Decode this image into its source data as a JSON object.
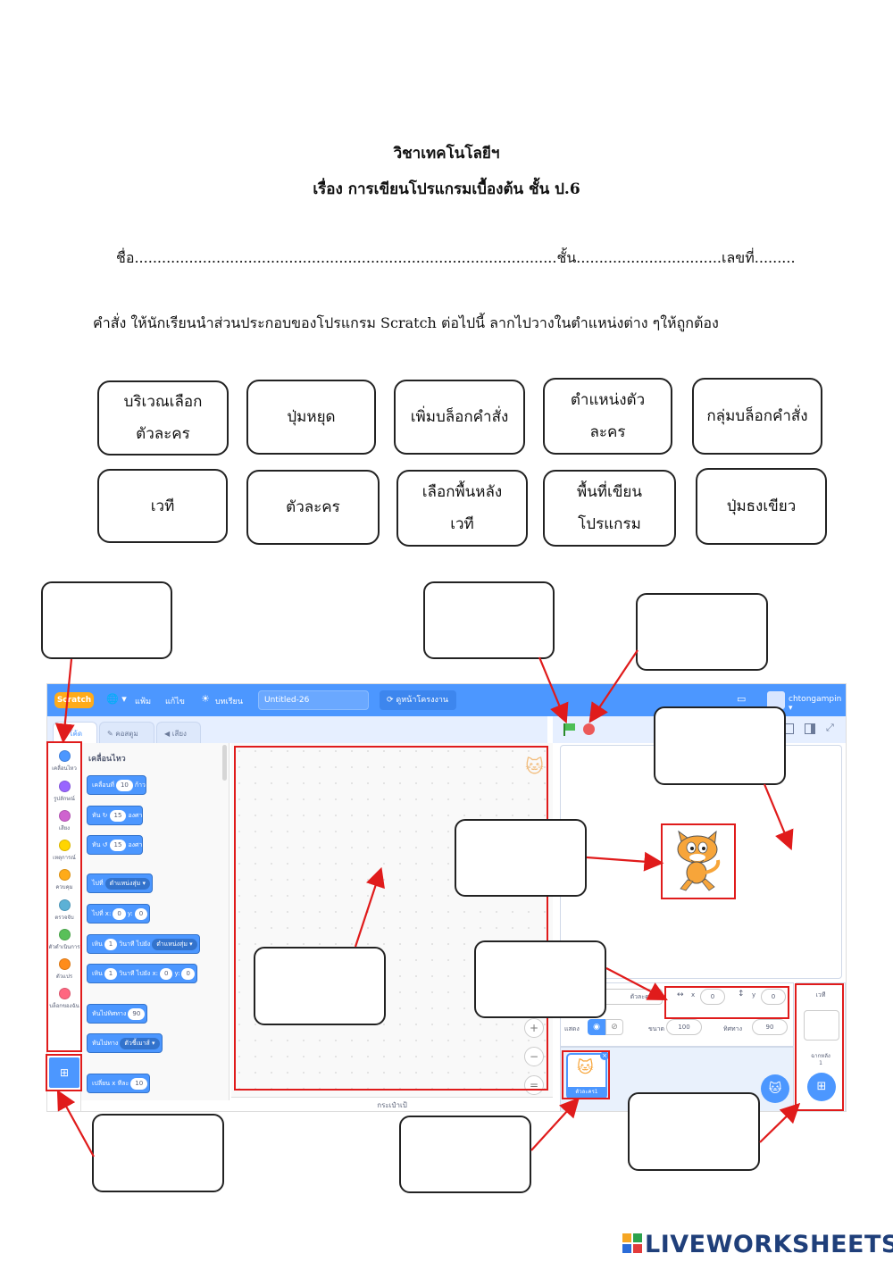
{
  "header": {
    "subject": "วิชาเทคโนโลยีฯ",
    "topic": "เรื่อง การเขียนโปรแกรมเบื้องต้น ชั้น ป.6",
    "student_line": "ชื่อ.............................................................................................ชั้น................................เลขที่............................"
  },
  "instruction": "คำสั่ง ให้นักเรียนนำส่วนประกอบของโปรแกรม Scratch ต่อไปนี้ ลากไปวางในตำแหน่งต่าง ๆให้ถูกต้อง",
  "word_bank": [
    {
      "line1": "บริเวณเลือก",
      "line2": "ตัวละคร"
    },
    {
      "line1": "ปุ่มหยุด",
      "line2": ""
    },
    {
      "line1": "เพิ่มบล็อกคำสั่ง",
      "line2": ""
    },
    {
      "line1": "ตำแหน่งตัว",
      "line2": "ละคร"
    },
    {
      "line1": "กลุ่มบล็อกคำสั่ง",
      "line2": ""
    },
    {
      "line1": "เวที",
      "line2": ""
    },
    {
      "line1": "ตัวละคร",
      "line2": ""
    },
    {
      "line1": "เลือกพื้นหลัง",
      "line2": "เวที"
    },
    {
      "line1": "พื้นที่เขียน",
      "line2": "โปรแกรม"
    },
    {
      "line1": "ปุ่มธงเขียว",
      "line2": ""
    }
  ],
  "scratch": {
    "menu": {
      "logo": "Scratch",
      "globe": "🌐 ▾",
      "file": "แฟ้ม",
      "edit": "แก้ไข",
      "tutorials": "บทเรียน",
      "project_title": "Untitled-26",
      "share": "ดูหน้าโครงงาน",
      "username": "chtongampin ▾"
    },
    "tabs": {
      "code": "โค้ด",
      "costumes": "คอสตูม",
      "sounds": "เสียง"
    },
    "categories": [
      {
        "label": "เคลื่อนไหว",
        "color": "#4c97ff"
      },
      {
        "label": "รูปลักษณ์",
        "color": "#9966ff"
      },
      {
        "label": "เสียง",
        "color": "#cf63cf"
      },
      {
        "label": "เหตุการณ์",
        "color": "#ffd500"
      },
      {
        "label": "ควบคุม",
        "color": "#ffab19"
      },
      {
        "label": "ตรวจจับ",
        "color": "#5cb1d6"
      },
      {
        "label": "ตัวดำเนินการ",
        "color": "#59c059"
      },
      {
        "label": "ตัวแปร",
        "color": "#ff8c1a"
      },
      {
        "label": "บล็อกของฉัน",
        "color": "#ff6680"
      }
    ],
    "palette_heading": "เคลื่อนไหว",
    "blocks": {
      "move": "เคลื่อนที่",
      "move_val": "10",
      "move_unit": "ก้าว",
      "turn": "หัน",
      "turn_val": "15",
      "turn_unit": "องศา",
      "goto": "ไปที่",
      "goto_opt": "ตำแหน่งสุ่ม ▾",
      "gotoxy": "ไปที่ x:",
      "gx": "0",
      "y_label": "y:",
      "gy": "0",
      "glide": "เหิน",
      "glide_val": "1",
      "glide_text": "วินาที ไปยัง",
      "glide_opt": "ตำแหน่งสุ่ม ▾",
      "glide2_text": "วินาที ไปยัง x:",
      "g2x": "0",
      "g2y": "0",
      "point": "หันไปทิศทาง",
      "point_val": "90",
      "pointto": "หันไปทาง",
      "pointto_opt": "ตัวชี้เมาส์ ▾",
      "change": "เปลี่ยน x ทีละ",
      "change_val": "10"
    },
    "backpack": "กระเป๋าเป้",
    "zoom": {
      "in": "+",
      "out": "−",
      "reset": "="
    },
    "sprite_info": {
      "sprite_name": "ตัวละคร1",
      "x_label": "x",
      "x_val": "0",
      "y_label": "y",
      "y_val": "0",
      "show_label": "แสดง",
      "size_label": "ขนาด",
      "size_val": "100",
      "direction_label": "ทิศทาง",
      "direction_val": "90"
    },
    "sprite_thumb_label": "ตัวละคร1",
    "stage_panel": {
      "title": "เวที",
      "backdrops_label": "ฉากหลัง",
      "backdrops_count": "1"
    }
  },
  "footer": {
    "brand": "LIVEWORKSHEETS"
  }
}
